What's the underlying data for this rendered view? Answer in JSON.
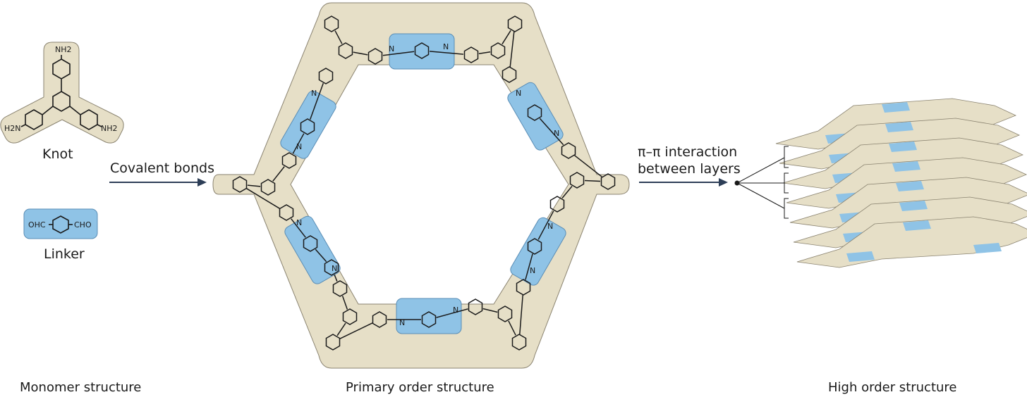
{
  "monomer": {
    "knot_label": "Knot",
    "linker_label": "Linker",
    "caption": "Monomer structure",
    "knot_groups": {
      "top": "NH2",
      "left": "H2N",
      "right": "NH2"
    },
    "linker_groups": {
      "left": "OHC",
      "right": "CHO"
    }
  },
  "arrow1": {
    "label": "Covalent bonds"
  },
  "primary": {
    "caption": "Primary order structure",
    "imine_atom": "N"
  },
  "arrow2": {
    "label_line1": "π–π interaction",
    "label_line2": "between layers"
  },
  "high": {
    "caption": "High order structure"
  },
  "colors": {
    "framework": "#e6dfc7",
    "linker": "#8fc3e6",
    "bond": "#1a1a1a",
    "arrow": "#2d3e57"
  }
}
